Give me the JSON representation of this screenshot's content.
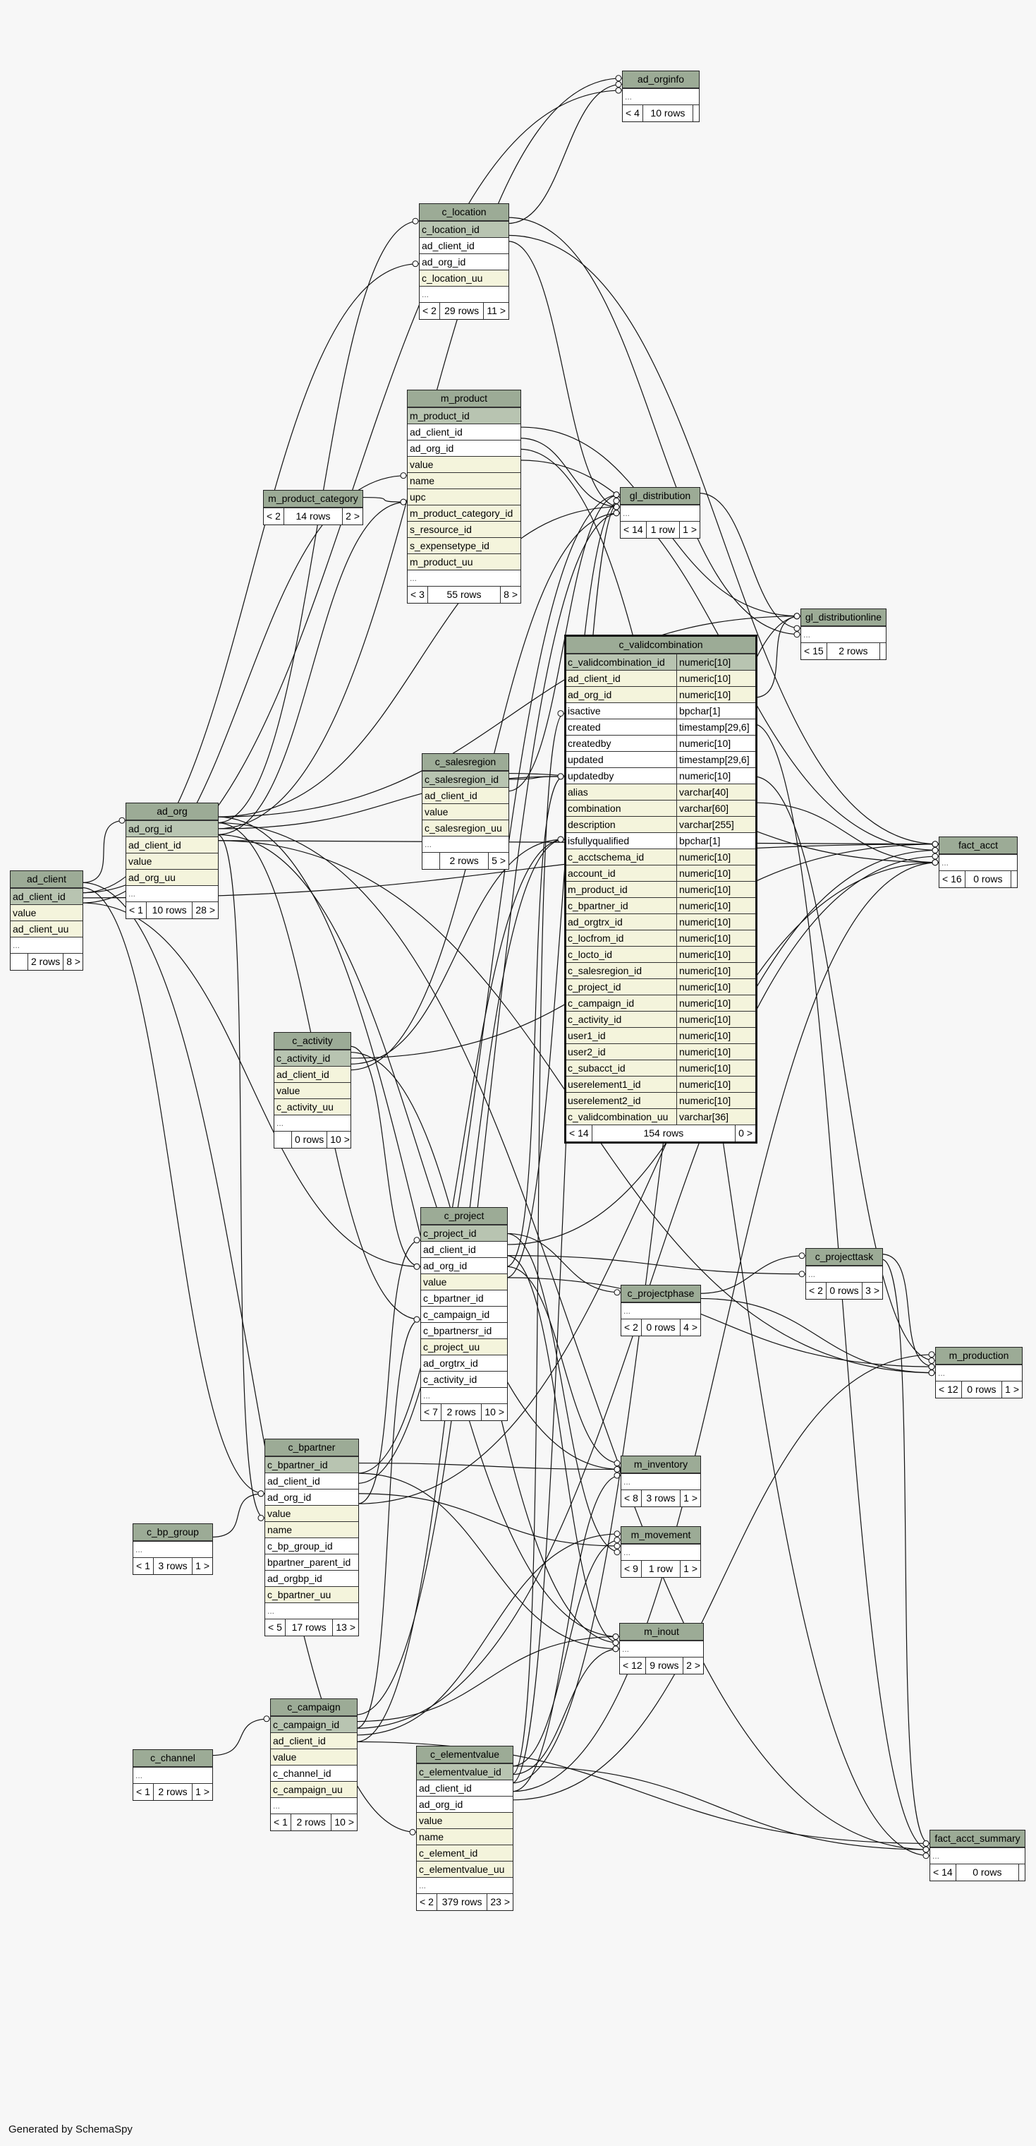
{
  "footer_text": "Generated by SchemaSpy",
  "tables": [
    {
      "name": "ad_orginfo",
      "columns": [],
      "ellipsis": true,
      "foot": [
        "< 4",
        "10 rows",
        ""
      ]
    },
    {
      "name": "c_location",
      "columns": [
        "c_location_id",
        "ad_client_id",
        "ad_org_id",
        "c_location_uu"
      ],
      "ellipsis": true,
      "foot": [
        "< 2",
        "29 rows",
        "11 >"
      ]
    },
    {
      "name": "m_product",
      "columns": [
        "m_product_id",
        "ad_client_id",
        "ad_org_id",
        "value",
        "name",
        "upc",
        "m_product_category_id",
        "s_resource_id",
        "s_expensetype_id",
        "m_product_uu"
      ],
      "ellipsis": true,
      "foot": [
        "< 3",
        "55 rows",
        "8 >"
      ]
    },
    {
      "name": "m_product_category",
      "columns": [],
      "ellipsis": false,
      "foot": [
        "< 2",
        "14 rows",
        "2 >"
      ]
    },
    {
      "name": "gl_distribution",
      "columns": [],
      "ellipsis": true,
      "foot": [
        "< 14",
        "1 row",
        "1 >"
      ]
    },
    {
      "name": "gl_distributionline",
      "columns": [],
      "ellipsis": true,
      "foot": [
        "< 15",
        "2 rows",
        ""
      ]
    },
    {
      "name": "c_validcombination",
      "columns": [],
      "foot": [
        "< 14",
        "154 rows",
        "0 >"
      ]
    },
    {
      "name": "c_salesregion",
      "columns": [
        "c_salesregion_id",
        "ad_client_id",
        "value",
        "c_salesregion_uu"
      ],
      "ellipsis": true,
      "foot": [
        "",
        "2 rows",
        "5 >"
      ]
    },
    {
      "name": "ad_org",
      "columns": [
        "ad_org_id",
        "ad_client_id",
        "value",
        "ad_org_uu"
      ],
      "ellipsis": true,
      "foot": [
        "< 1",
        "10 rows",
        "28 >"
      ]
    },
    {
      "name": "ad_client",
      "columns": [
        "ad_client_id",
        "value",
        "ad_client_uu"
      ],
      "ellipsis": true,
      "foot": [
        "",
        "2 rows",
        "8 >"
      ]
    },
    {
      "name": "fact_acct",
      "columns": [],
      "ellipsis": true,
      "foot": [
        "< 16",
        "0 rows",
        ""
      ]
    },
    {
      "name": "c_activity",
      "columns": [
        "c_activity_id",
        "ad_client_id",
        "value",
        "c_activity_uu"
      ],
      "ellipsis": true,
      "foot": [
        "",
        "0 rows",
        "10 >"
      ]
    },
    {
      "name": "c_project",
      "columns": [
        "c_project_id",
        "ad_client_id",
        "ad_org_id",
        "value",
        "c_bpartner_id",
        "c_campaign_id",
        "c_bpartnersr_id",
        "c_project_uu",
        "ad_orgtrx_id",
        "c_activity_id"
      ],
      "ellipsis": true,
      "foot": [
        "< 7",
        "2 rows",
        "10 >"
      ]
    },
    {
      "name": "c_projecttask",
      "columns": [],
      "ellipsis": true,
      "foot": [
        "< 2",
        "0 rows",
        "3 >"
      ]
    },
    {
      "name": "c_projectphase",
      "columns": [],
      "ellipsis": true,
      "foot": [
        "< 2",
        "0 rows",
        "4 >"
      ]
    },
    {
      "name": "m_production",
      "columns": [],
      "ellipsis": true,
      "foot": [
        "< 12",
        "0 rows",
        "1 >"
      ]
    },
    {
      "name": "m_inventory",
      "columns": [],
      "ellipsis": true,
      "foot": [
        "< 8",
        "3 rows",
        "1 >"
      ]
    },
    {
      "name": "m_movement",
      "columns": [],
      "ellipsis": true,
      "foot": [
        "< 9",
        "1 row",
        "1 >"
      ]
    },
    {
      "name": "c_bpartner",
      "columns": [
        "c_bpartner_id",
        "ad_client_id",
        "ad_org_id",
        "value",
        "name",
        "c_bp_group_id",
        "bpartner_parent_id",
        "ad_orgbp_id",
        "c_bpartner_uu"
      ],
      "ellipsis": true,
      "foot": [
        "< 5",
        "17 rows",
        "13 >"
      ]
    },
    {
      "name": "c_bp_group",
      "columns": [],
      "ellipsis": true,
      "foot": [
        "< 1",
        "3 rows",
        "1 >"
      ]
    },
    {
      "name": "m_inout",
      "columns": [],
      "ellipsis": true,
      "foot": [
        "< 12",
        "9 rows",
        "2 >"
      ]
    },
    {
      "name": "c_campaign",
      "columns": [
        "c_campaign_id",
        "ad_client_id",
        "value",
        "c_channel_id",
        "c_campaign_uu"
      ],
      "ellipsis": true,
      "foot": [
        "< 1",
        "2 rows",
        "10 >"
      ]
    },
    {
      "name": "c_channel",
      "columns": [],
      "ellipsis": true,
      "foot": [
        "< 1",
        "2 rows",
        "1 >"
      ]
    },
    {
      "name": "c_elementvalue",
      "columns": [
        "c_elementvalue_id",
        "ad_client_id",
        "ad_org_id",
        "value",
        "name",
        "c_element_id",
        "c_elementvalue_uu"
      ],
      "ellipsis": true,
      "foot": [
        "< 2",
        "379 rows",
        "23 >"
      ]
    },
    {
      "name": "fact_acct_summary",
      "columns": [],
      "ellipsis": true,
      "foot": [
        "< 14",
        "0 rows",
        ""
      ]
    }
  ],
  "validcombination_columns": [
    {
      "name": "c_validcombination_id",
      "type": "numeric[10]"
    },
    {
      "name": "ad_client_id",
      "type": "numeric[10]"
    },
    {
      "name": "ad_org_id",
      "type": "numeric[10]"
    },
    {
      "name": "isactive",
      "type": "bpchar[1]"
    },
    {
      "name": "created",
      "type": "timestamp[29,6]"
    },
    {
      "name": "createdby",
      "type": "numeric[10]"
    },
    {
      "name": "updated",
      "type": "timestamp[29,6]"
    },
    {
      "name": "updatedby",
      "type": "numeric[10]"
    },
    {
      "name": "alias",
      "type": "varchar[40]"
    },
    {
      "name": "combination",
      "type": "varchar[60]"
    },
    {
      "name": "description",
      "type": "varchar[255]"
    },
    {
      "name": "isfullyqualified",
      "type": "bpchar[1]"
    },
    {
      "name": "c_acctschema_id",
      "type": "numeric[10]"
    },
    {
      "name": "account_id",
      "type": "numeric[10]"
    },
    {
      "name": "m_product_id",
      "type": "numeric[10]"
    },
    {
      "name": "c_bpartner_id",
      "type": "numeric[10]"
    },
    {
      "name": "ad_orgtrx_id",
      "type": "numeric[10]"
    },
    {
      "name": "c_locfrom_id",
      "type": "numeric[10]"
    },
    {
      "name": "c_locto_id",
      "type": "numeric[10]"
    },
    {
      "name": "c_salesregion_id",
      "type": "numeric[10]"
    },
    {
      "name": "c_project_id",
      "type": "numeric[10]"
    },
    {
      "name": "c_campaign_id",
      "type": "numeric[10]"
    },
    {
      "name": "c_activity_id",
      "type": "numeric[10]"
    },
    {
      "name": "user1_id",
      "type": "numeric[10]"
    },
    {
      "name": "user2_id",
      "type": "numeric[10]"
    },
    {
      "name": "c_subacct_id",
      "type": "numeric[10]"
    },
    {
      "name": "userelement1_id",
      "type": "numeric[10]"
    },
    {
      "name": "userelement2_id",
      "type": "numeric[10]"
    },
    {
      "name": "c_validcombination_uu",
      "type": "varchar[36]"
    }
  ]
}
